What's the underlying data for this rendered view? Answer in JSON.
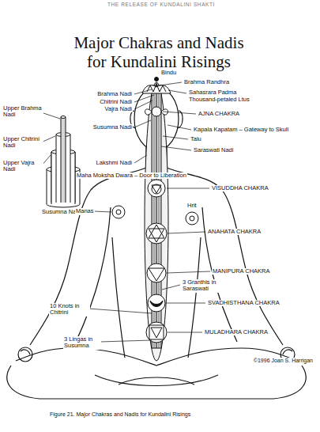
{
  "diagram": {
    "title": "Major Chakras and Nadis for Kundalini Risings",
    "caption": "Figure 21. Major Chakras and Nadis for Kundalini Risings",
    "labels": [
      "THE RELEASE OF KUNDALINI SHAKTI",
      "Bindu",
      "Brahma Randhra",
      "Upper Brahma Nadi",
      "Brahma Nadi",
      "Sahasrara Padma",
      "Thousand-petaled Ltus",
      "Upper Chitrini Nadi",
      "Chitrini Nadi",
      "Vajra Nadi",
      "AJNA CHAKRA",
      "Susumna Nadi",
      "Kapala Kapatam – Gateway to Skull",
      "Talu",
      "Upper Vajra Nadi",
      "Lakshmi Nadi",
      "Saraswati Nadi",
      "Maha Moksha Dwara – Door to Liberation",
      "VISUDDHA CHAKRA",
      "Susumna Nadi",
      "Hrit",
      "Manas",
      "ANAHATA CHAKRA",
      "MANIPURA CHAKRA",
      "3 Granthis in Saraswati",
      "10 Knots in Chitrini",
      "SVADHISTHANA CHAKRA",
      "MULADHARA CHAKRA",
      "3 Lingas in Susumna",
      "©1996 Joan S. Harrigan"
    ]
  }
}
